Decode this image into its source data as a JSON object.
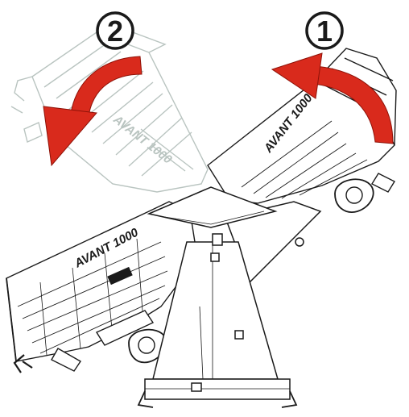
{
  "steps": [
    {
      "label": "1",
      "direction": "counter-clockwise"
    },
    {
      "label": "2",
      "direction": "counter-clockwise"
    }
  ],
  "fixture_brand": "AVANT 1000",
  "colors": {
    "arrow": "#d92a1c",
    "arrow_dark": "#8e1208",
    "line": "#1a1a1a",
    "ghost": "#b9c4c0",
    "paper": "#ffffff"
  }
}
